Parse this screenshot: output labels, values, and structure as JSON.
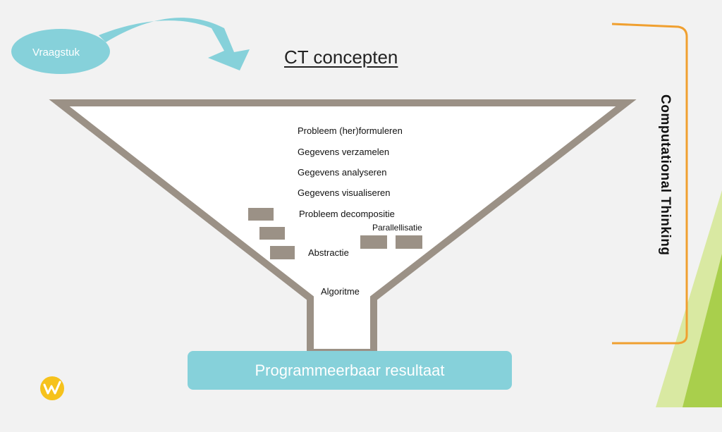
{
  "title": "CT concepten",
  "vraagstuk": "Vraagstuk",
  "concepts": [
    "Probleem (her)formuleren",
    "Gegevens verzamelen",
    "Gegevens analyseren",
    "Gegevens visualiseren",
    "Probleem decompositie"
  ],
  "parallellisatie": "Parallellisatie",
  "abstractie": "Abstractie",
  "algoritme": "Algoritme",
  "result": "Programmeerbaar resultaat",
  "bracket_label": "Computational Thinking",
  "colors": {
    "funnel_border": "#9b9186",
    "block": "#9b9186",
    "ellipse": "#86d1da",
    "arrow": "#86d1da",
    "bracket": "#f0a030",
    "accent_light_green": "#d6e89a",
    "accent_green": "#a8cf4a",
    "logo": "#f6c21c"
  }
}
